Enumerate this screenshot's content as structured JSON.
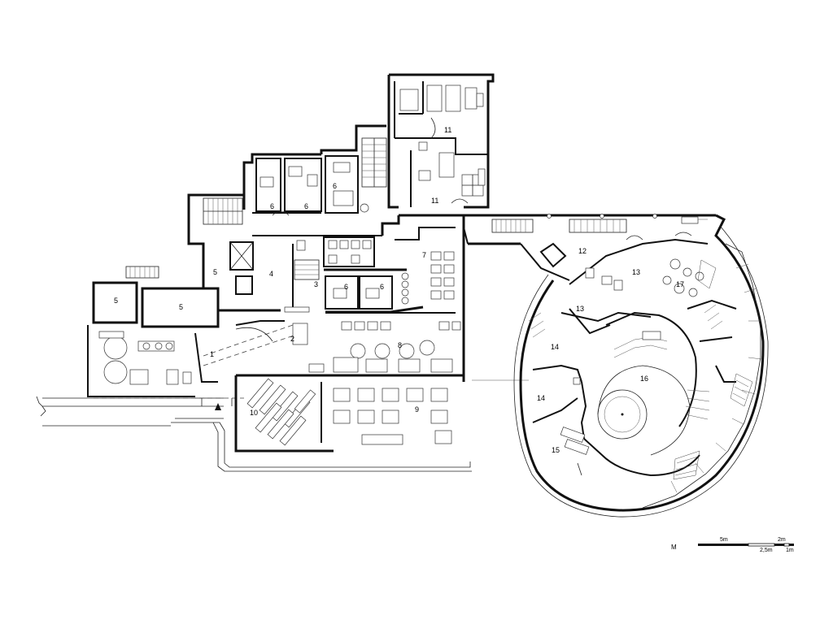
{
  "rooms": [
    {
      "id": "r1",
      "label": "1"
    },
    {
      "id": "r2",
      "label": "2"
    },
    {
      "id": "r3",
      "label": "3"
    },
    {
      "id": "r4",
      "label": "4"
    },
    {
      "id": "r5a",
      "label": "5"
    },
    {
      "id": "r5b",
      "label": "5"
    },
    {
      "id": "r5c",
      "label": "5"
    },
    {
      "id": "r6a",
      "label": "6"
    },
    {
      "id": "r6b",
      "label": "6"
    },
    {
      "id": "r6c",
      "label": "6"
    },
    {
      "id": "r6d",
      "label": "6"
    },
    {
      "id": "r6e",
      "label": "6"
    },
    {
      "id": "r7",
      "label": "7"
    },
    {
      "id": "r8",
      "label": "8"
    },
    {
      "id": "r9",
      "label": "9"
    },
    {
      "id": "r10",
      "label": "10"
    },
    {
      "id": "r11a",
      "label": "11"
    },
    {
      "id": "r11b",
      "label": "11"
    },
    {
      "id": "r12",
      "label": "12"
    },
    {
      "id": "r13a",
      "label": "13"
    },
    {
      "id": "r13b",
      "label": "13"
    },
    {
      "id": "r14a",
      "label": "14"
    },
    {
      "id": "r14b",
      "label": "14"
    },
    {
      "id": "r15",
      "label": "15"
    },
    {
      "id": "r16",
      "label": "16"
    },
    {
      "id": "r17",
      "label": "17"
    }
  ],
  "scale_bar": {
    "label": "M",
    "ticks": [
      "5m",
      "2,5m",
      "2m",
      "1m"
    ]
  }
}
